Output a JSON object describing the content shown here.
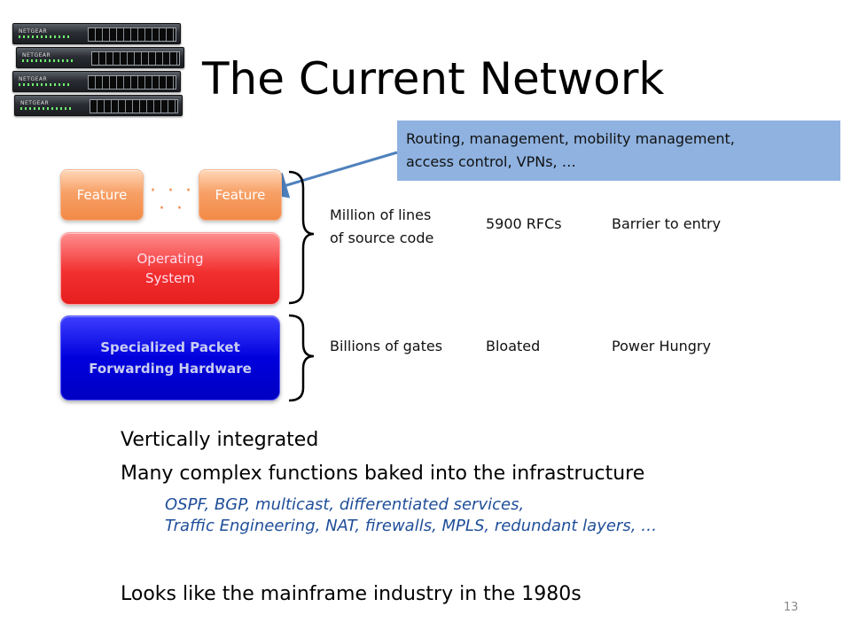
{
  "slide": {
    "title": "The Current Network",
    "slide_number": "13"
  },
  "callout": {
    "line1": "Routing, management, mobility management,",
    "line2": "access control, VPNs, …"
  },
  "stack": {
    "feature_left": "Feature",
    "feature_right": "Feature",
    "dots": "· · · · ·",
    "os_line1": "Operating",
    "os_line2": "System",
    "hw_line1": "Specialized Packet",
    "hw_line2": "Forwarding Hardware",
    "colors": {
      "feature": "#f28a48",
      "os": "#e61e1e",
      "hw": "#0000c2",
      "callout": "#8fb2e0",
      "arrow": "#4f81bd"
    }
  },
  "software_row": {
    "metric_line1": "Million of lines",
    "metric_line2": "of source code",
    "count": "5900 RFCs",
    "consequence": "Barrier to entry"
  },
  "hardware_row": {
    "metric": "Billions of gates",
    "count": "Bloated",
    "consequence": "Power Hungry"
  },
  "bullets": {
    "b1": "Vertically integrated",
    "b2": "Many complex functions baked into the infrastructure",
    "sub1": "OSPF, BGP, multicast, differentiated services,",
    "sub2": "Traffic Engineering, NAT, firewalls, MPLS, redundant layers, …",
    "b3": "Looks like the mainframe industry in the 1980s"
  },
  "image": {
    "switch_brand": "NETGEAR",
    "icon": "network-switch-stack-icon"
  }
}
